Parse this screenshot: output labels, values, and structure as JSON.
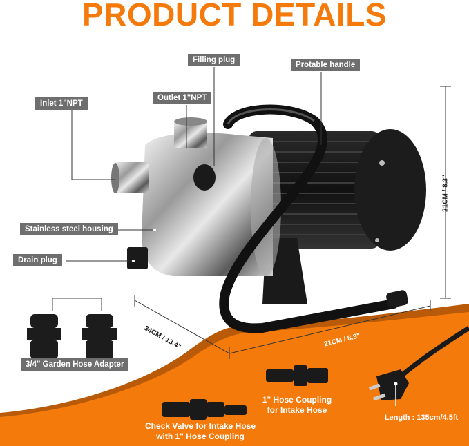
{
  "title": "PRODUCT DETAILS",
  "colors": {
    "accent_orange": "#f47a0c",
    "label_bg": "#6e6e6e",
    "label_text": "#ffffff"
  },
  "callouts": {
    "filling_plug": "Filling plug",
    "portable_handle": "Protable handle",
    "outlet": "Outlet 1\"NPT",
    "inlet": "Inlet 1\"NPT",
    "housing": "Stainless steel housing",
    "drain_plug": "Drain plug"
  },
  "dimensions": {
    "height": "21CM / 8.3\"",
    "length": "34CM / 13.4\"",
    "width": "21CM / 8.3\""
  },
  "accessories": {
    "garden_adapter": "3/4\" Garden Hose Adapter",
    "hose_coupling_line1": "1\" Hose Coupling",
    "hose_coupling_line2": "for Intake Hose",
    "check_valve_line1": "Check Valve for Intake Hose",
    "check_valve_line2": "with 1\" Hose Coupling",
    "cord_length": "Length : 135cm/4.5ft"
  }
}
